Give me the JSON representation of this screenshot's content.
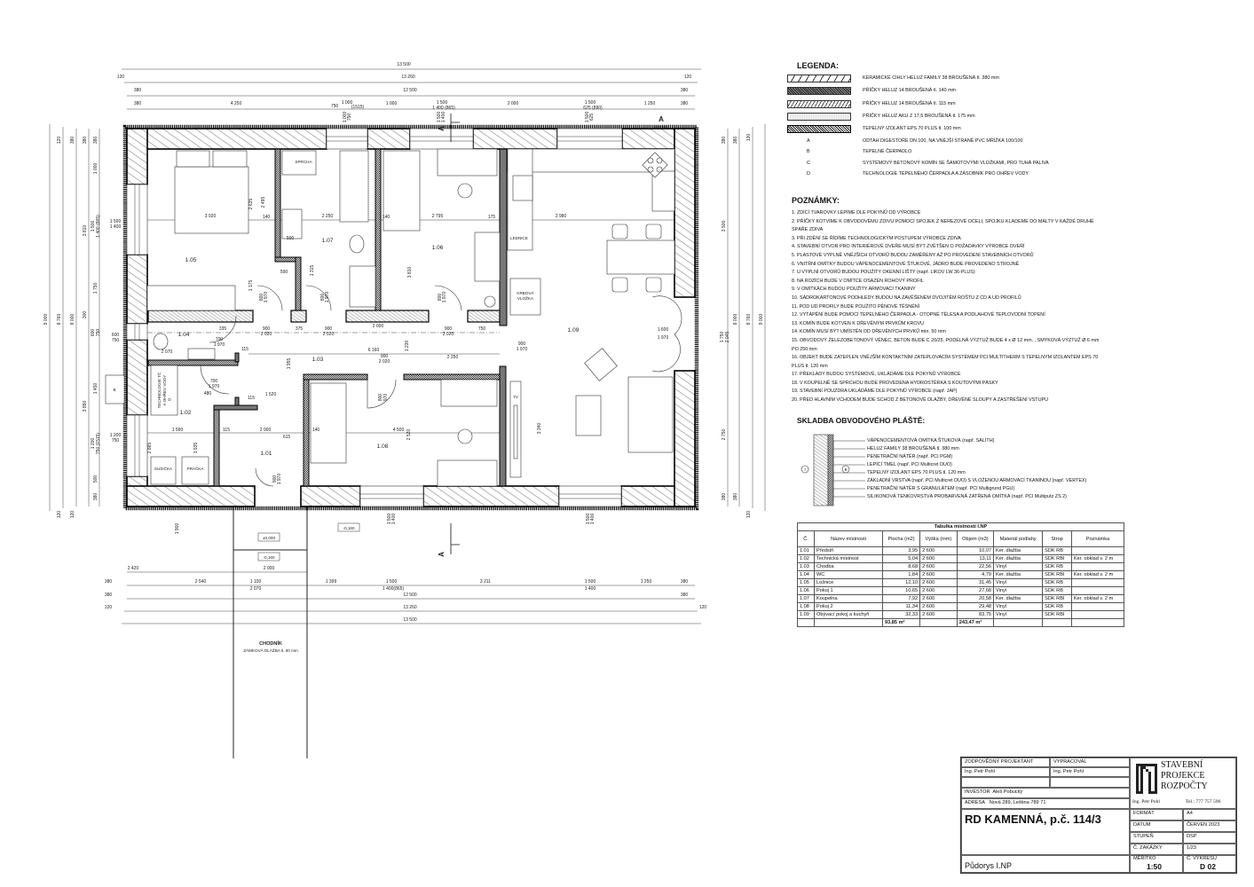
{
  "legend": {
    "title": "LEGENDA:",
    "materials": [
      "KERAMICKÉ CIHLY HELUZ FAMILY 38 BROUŠENÁ tl. 380 mm",
      "PŘÍČKY HELUZ 14 BROUŠENÁ tl. 140 mm",
      "PŘÍČKY HELUZ 14 BROUŠENÁ tl. 115 mm",
      "PŘÍČKY HELUZ AKU Z 17,5 BROUŠENÁ tl. 175 mm",
      "TEPELNÝ IZOLANT EPS 70 PLUS tl. 100 mm"
    ],
    "symbols": [
      {
        "key": "A",
        "text": "ODTAH DIGESTOŘE DN 100, NA VNĚJŠÍ STRANĚ PVC MŘÍŽKA 100/100"
      },
      {
        "key": "B",
        "text": "TEPELNÉ ČERPADLO"
      },
      {
        "key": "C",
        "text": "SYSTÉMOVÝ BETONOVÝ KOMÍN SE ŠAMOTOVÝMI VLOŽKAMI, PRO TUHÁ PALIVA"
      },
      {
        "key": "D",
        "text": "TECHNOLOGIE TEPELNÉHO ČERPADLA A ZÁSOBNÍK PRO OHŘEV VODY"
      }
    ]
  },
  "notes": {
    "title": "POZNÁMKY:",
    "items": [
      "1. ZDÍCÍ TVAROVKY LEPÍME DLE POKYNŮ OD VÝROBCE",
      "2. PŘÍČKY KOTVÍME K OBVODOVÉMU ZDIVU POMOCÍ SPOJEK Z NEREZOVÉ OCELI, SPOJKU KLADEME DO MALTY V KAŽDÉ DRUHÉ",
      "SPÁŘE ZDIVA",
      "3. PŘI ZDĚNÍ SE ŘÍDÍME TECHNOLOGICKÝM POSTUPEM VÝROBCE ZDIVA",
      "4. STAVEBNÍ OTVOR PRO INTERIÉROVÉ DVEŘE MUSÍ BÝT ZVĚTŠEN O POŽADAVKY VÝROBCE DVEŘÍ",
      "5. PLASTOVÉ VÝPLNĚ VNĚJŠÍCH OTVORŮ BUDOU ZAMĚŘENY AŽ PO PROVEDENÍ STAVEBNÍCH OTVORŮ",
      "6. VNITŘNÍ OMÍTKY BUDOU VÁPENOCEMENTOVÉ ŠTUKOVÉ, JÁDRO BUDE PROVEDENO STROJNĚ",
      "7. U VÝPLNÍ OTVORŮ BUDOU POUŽITY OKENNÍ LIŠTY (např. LIKOV LW 36-PLUS)",
      "8. NA ROZÍCH BUDE V OMÍTCE OSAZEN ROHOVÝ PROFIL",
      "9. V OMÍTKÁCH BUDOU POUŽITY ARMOVACÍ TKANINY",
      "10. SÁDROKARTONOVÉ PODHLEDY BUDOU NA ZAVĚŠENÉM DVOJITÉM ROŠTU Z CD A UD PROFILŮ",
      "11. POD UD PROFILY BUDE POUŽITO PĚNOVÉ TĚSNĚNÍ",
      "12. VYTÁPĚNÍ BUDE POMOCÍ TEPELNÉHO ČERPADLA - OTOPNÉ TĚLESA A PODLAHOVÉ TEPLOVODNÍ TOPENÍ",
      "13. KOMÍN BUDE KOTVEN K DŘEVĚNÝM PRVKŮM KROVU",
      "14. KOMÍN MUSÍ BÝT UMÍSTĚN OD DŘEVĚNÝCH PRVKŮ min. 50 mm",
      "15. OBVODOVÝ ŽELEZOBETONOVÝ VĚNEC, BETON BUDE C 20/25, PODÉLNÁ VÝZTUŽ BUDE 4 x Ø 12 mm, , SMYKOVÁ VÝZTUŽ Ø 6 mm",
      "PO 250 mm",
      "16. OBJEKT BUDE ZATEPLEN VNĚJŠÍM KONTAKTNÍM ZATEPLOVACÍM SYSTÉMEM PCI MULTITHERM S TEPELNÝM IZOLANTEM EPS 70",
      "PLUS tl. 120 mm",
      "17. PŘEKLADY BUDOU SYSTÉMOVÉ, UKLÁDÁME DLE POKYNŮ VÝROBCE",
      "18. V KOUPELNĚ SE SPRCHOU BUDE PROVEDENA HYDROSTĚRKA S KOUTOVÝMI PÁSKY",
      "19. STAVEBNÍ POUZDRA UKLÁDÁME DLE POKYNŮ VÝROBCE (např. JAP)",
      "20. PŘED HLAVNÍM VCHODEM BUDE SCHOD Z BETONOVÉ DLAŽBY, DŘEVĚNÉ SLOUPY A ZASTŘEŠENÍ VSTUPU"
    ]
  },
  "wall_section": {
    "title": "SKLADBA OBVODOVÉHO PLÁŠTĚ:",
    "interior_mark": "i",
    "exterior_mark": "e",
    "layers": [
      "VÁPENOCEMENTOVÁ OMÍTKA ŠTUKOVÁ (např. SALITH)",
      "HELUZ FAMILY 38 BROUŠENÁ tl. 380 mm",
      "PENETRAČNÍ NÁTĚR (např. PCI PGM)",
      "LEPÍCÍ TMEL (např. PCI Multicret DUO)",
      "TEPELNÝ IZOLANT EPS 70 PLUS tl. 120 mm",
      "ZÁKLADNÍ VRSTVA (např. PCI Multicret DUO) S VLOŽENOU ARMOVACÍ TKANINOU (např. VERTEX)",
      "PENETRAČNÍ NÁTĚR S GRANULÁTEM (např. PCI Multigrund PGU)",
      "SILIKONOVÁ TENKOVRSTVÁ PROBARVENÁ ZATŘENÁ OMÍTKA (např. PCI Multiputz ZS 2)"
    ]
  },
  "room_table": {
    "title": "Tabulka místností I.NP",
    "headers": [
      "Č.",
      "Název místnosti",
      "Plocha (m2)",
      "Výška (mm)",
      "Objem (m3)",
      "Materiál podlahy",
      "Strop",
      "Poznámka"
    ],
    "rows": [
      [
        "1.01",
        "Předsíň",
        "3,95",
        "2 600",
        "10,07",
        "Ker. dlažba",
        "SDK RB",
        ""
      ],
      [
        "1.02",
        "Technická místnost",
        "5,04",
        "2 600",
        "13,11",
        "Ker. dlažba",
        "SDK RBI",
        "Ker. obklad v. 2 m"
      ],
      [
        "1.03",
        "Chodba",
        "8,68",
        "2 600",
        "22,56",
        "Vinyl",
        "SDK RB",
        ""
      ],
      [
        "1.04",
        "WC",
        "1,84",
        "2 600",
        "4,79",
        "Ker. dlažba",
        "SDK RBI",
        "Ker. obklad v. 2 m"
      ],
      [
        "1.05",
        "Ložnice",
        "12,10",
        "2 600",
        "31,45",
        "Vinyl",
        "SDK RB",
        ""
      ],
      [
        "1.06",
        "Pokoj 1",
        "10,65",
        "2 600",
        "27,68",
        "Vinyl",
        "SDK RB",
        ""
      ],
      [
        "1.07",
        "Koupelna",
        "7,92",
        "2 600",
        "20,58",
        "Ker. dlažba",
        "SDK RBI",
        "Ker. obklad v. 2 m"
      ],
      [
        "1.08",
        "Pokoj 2",
        "11,34",
        "2 600",
        "29,48",
        "Vinyl",
        "SDK RB",
        ""
      ],
      [
        "1.09",
        "Obývací pokoj a kuchyň",
        "32,33",
        "2 600",
        "83,75",
        "Vinyl",
        "SDK RBI",
        ""
      ]
    ],
    "total_area": "93,85 m²",
    "total_volume": "243,47 m³"
  },
  "title_block": {
    "responsible_label": "ZODPOVĚDNÝ PROJEKTANT",
    "responsible": "Ing. Petr Pohl",
    "prepared_label": "VYPRACOVAL",
    "prepared": "Ing. Petr Pohl",
    "investor_label": "INVESTOR",
    "investor": "Aleš Pobucký",
    "address_label": "ADRESA",
    "address": "Nová 289, Leština 789 71",
    "project": "RD KAMENNÁ, p.č. 114/3",
    "drawing": "Půdorys I.NP",
    "company_lines": [
      "STAVEBNÍ",
      "PROJEKCE",
      "ROZPOČTY"
    ],
    "company_person": "Ing. Petr Pohl",
    "company_phone": "Tel.: 777 757 596",
    "format_label": "FORMÁT",
    "format": "A4",
    "date_label": "DATUM",
    "date": "ČERVEN 2023",
    "stage_label": "STUPEŇ",
    "stage": "DSP",
    "order_label": "Č. ZAKÁZKY",
    "order": "1/23",
    "scale_label": "MĚŘÍTKO",
    "scale": "1:50",
    "sheet_label": "Č. VÝKRESU",
    "sheet": "D 02"
  },
  "plan": {
    "rooms": [
      "1.01",
      "1.02",
      "1.03",
      "1.04",
      "1.05",
      "1.06",
      "1.07",
      "1.08",
      "1.09"
    ],
    "labels": {
      "shower": "SPRCHA",
      "fridge": "LEDNICE",
      "fireplace1": "KRBOVÁ",
      "fireplace2": "VLOŽKA",
      "tv1": "TV",
      "tv2": "TV",
      "dryer": "SUŠIČKA",
      "washer": "PRAČKA",
      "tech1": "TECHNOLOGIE TČ",
      "tech2": "A OHŘEV VODY",
      "D": "D",
      "B": "B",
      "section_top": "A",
      "section_top2": "A",
      "section_bottom": "A",
      "level_entry": "±0,000",
      "level_path": "-0,160",
      "level_terrain": "-0,160",
      "path_title": "CHODNÍK",
      "path_sub": "ZÁMKOVÁ DLAŽBA tl. 60 mm"
    },
    "dimensions": [
      "13 500",
      "120",
      "13 260",
      "120",
      "380",
      "12 500",
      "380",
      "380",
      "4 250",
      "750",
      "1 000",
      "(1515)",
      "1 000",
      "1 500",
      "1 400 (865)",
      "2 000",
      "1 500",
      "625 (890)",
      "1 250",
      "380",
      "2 420",
      "2 000",
      "380",
      "2 540",
      "1 100",
      "2 070",
      "1 399",
      "1 500",
      "1 400(865)",
      "3 211",
      "1 500",
      "1 400",
      "1 250",
      "380",
      "380",
      "12 500",
      "380",
      "120",
      "13 260",
      "120",
      "13 500",
      "9 000",
      "8 760",
      "8 000",
      "3 810",
      "3 890",
      "120",
      "380",
      "380",
      "380",
      "1 000",
      "1 500",
      "1 400 (865)",
      "1 750",
      "300",
      "600",
      "750",
      "1 450",
      "1 200",
      "750 (1515)",
      "500",
      "380",
      "120",
      "120",
      "1 500",
      "1 400",
      "600",
      "750",
      "1 200",
      "750",
      "3 500",
      "1 750",
      "2 045",
      "2 750",
      "8 000",
      "8 760",
      "9 000",
      "380",
      "380",
      "120",
      "380",
      "380",
      "120",
      "3 020",
      "2 635",
      "2 250",
      "2 495",
      "140",
      "140",
      "2 795",
      "175",
      "3 980",
      "3 810",
      "1 175",
      "500",
      "500",
      "1 315",
      "6 160",
      "900",
      "2 020",
      "2 250",
      "2 000",
      "4 500",
      "2 520",
      "3 340",
      "1 590",
      "2 885",
      "1 935",
      "2 070",
      "2 000",
      "615",
      "1 520",
      "1 955",
      "1 230",
      "1 900",
      "335",
      "900",
      "2 020",
      "375",
      "900",
      "2 020",
      "900",
      "2 020",
      "750",
      "700",
      "1 970",
      "700",
      "1 970",
      "1 600",
      "1 970",
      "900",
      "1 970",
      "480",
      "115",
      "115",
      "140",
      "115",
      "800",
      "1 970",
      "800",
      "1 970",
      "800",
      "1 970",
      "900",
      "1 970",
      "800",
      "970",
      "1 000",
      "750",
      "1 500",
      "1 400",
      "1 500",
      "625",
      "1 500",
      "1 400",
      "1 500",
      "1 400"
    ]
  }
}
